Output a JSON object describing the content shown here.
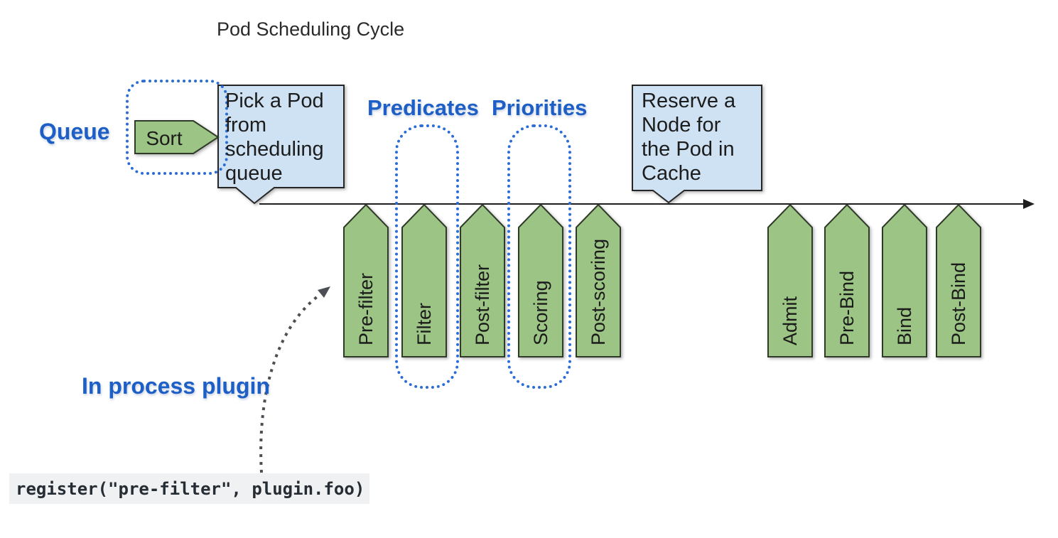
{
  "diagram_title": "Pod Scheduling Cycle",
  "annotations": {
    "queue_label": "Queue",
    "predicates_label": "Predicates",
    "priorities_label": "Priorities",
    "in_process_plugin_label": "In process plugin"
  },
  "callouts": {
    "pick_pod": {
      "lines": [
        "Pick a Pod",
        "from",
        "scheduling",
        "queue"
      ]
    },
    "reserve_node": {
      "lines": [
        "Reserve a",
        "Node for",
        "the Pod in",
        "Cache"
      ]
    }
  },
  "queue_stage": {
    "label": "Sort"
  },
  "scheduling_stages": [
    {
      "label": "Pre-filter"
    },
    {
      "label": "Filter"
    },
    {
      "label": "Post-filter"
    },
    {
      "label": "Scoring"
    },
    {
      "label": "Post-scoring"
    }
  ],
  "binding_stages": [
    {
      "label": "Admit"
    },
    {
      "label": "Pre-Bind"
    },
    {
      "label": "Bind"
    },
    {
      "label": "Post-Bind"
    }
  ],
  "code_snippet": "register(\"pre-filter\", plugin.foo)",
  "colors": {
    "stage_green": "#9cc585",
    "stage_border": "#2f3a28",
    "callout_fill": "#cfe2f3",
    "callout_border": "#262626",
    "accent_blue_text": "#1d5fc6",
    "accent_blue_dotted": "#2a6cd8",
    "timeline_black": "#1f1f1f",
    "curved_arrow_gray": "#4b4f54",
    "code_bg": "#f0f1f2",
    "code_text": "#262c33"
  }
}
